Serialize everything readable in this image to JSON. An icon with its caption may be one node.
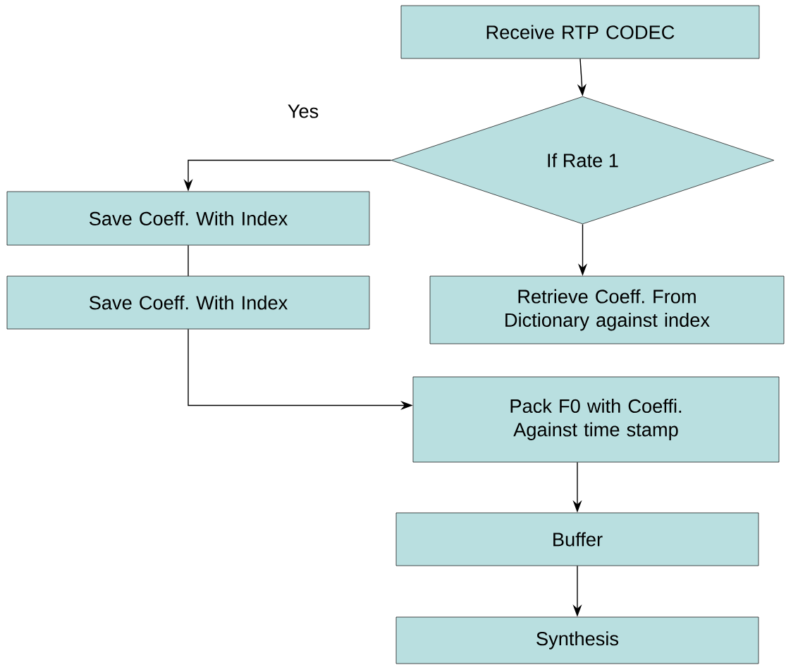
{
  "diagram": {
    "nodes": [
      {
        "text": [
          "Receive RTP CODEC"
        ]
      },
      {
        "text": [
          "If Rate 1"
        ]
      },
      {
        "text": [
          "Save Coeff. With Index"
        ]
      },
      {
        "text": [
          "Save Coeff. With Index"
        ]
      },
      {
        "text": [
          "Retrieve Coeff. From Dictionary against index"
        ]
      },
      {
        "text": [
          "Pack F0 with Coeffi. Against time stamp"
        ]
      },
      {
        "text": [
          "Buffer"
        ]
      },
      {
        "text": [
          "Synthesis"
        ]
      }
    ],
    "edges": [
      {
        "from": 0,
        "to": 1,
        "arrow": "to"
      },
      {
        "from": 1,
        "to": 2,
        "arrow": "to"
      },
      {
        "from": 2,
        "to": 3,
        "arrow": "none"
      },
      {
        "from": 1,
        "to": 4,
        "arrow": "to"
      },
      {
        "from": 3,
        "to": 5,
        "arrow": "to"
      },
      {
        "from": 5,
        "to": 6,
        "arrow": "to"
      },
      {
        "from": 6,
        "to": 7,
        "arrow": "to"
      }
    ],
    "labels": [
      "Yes"
    ]
  }
}
